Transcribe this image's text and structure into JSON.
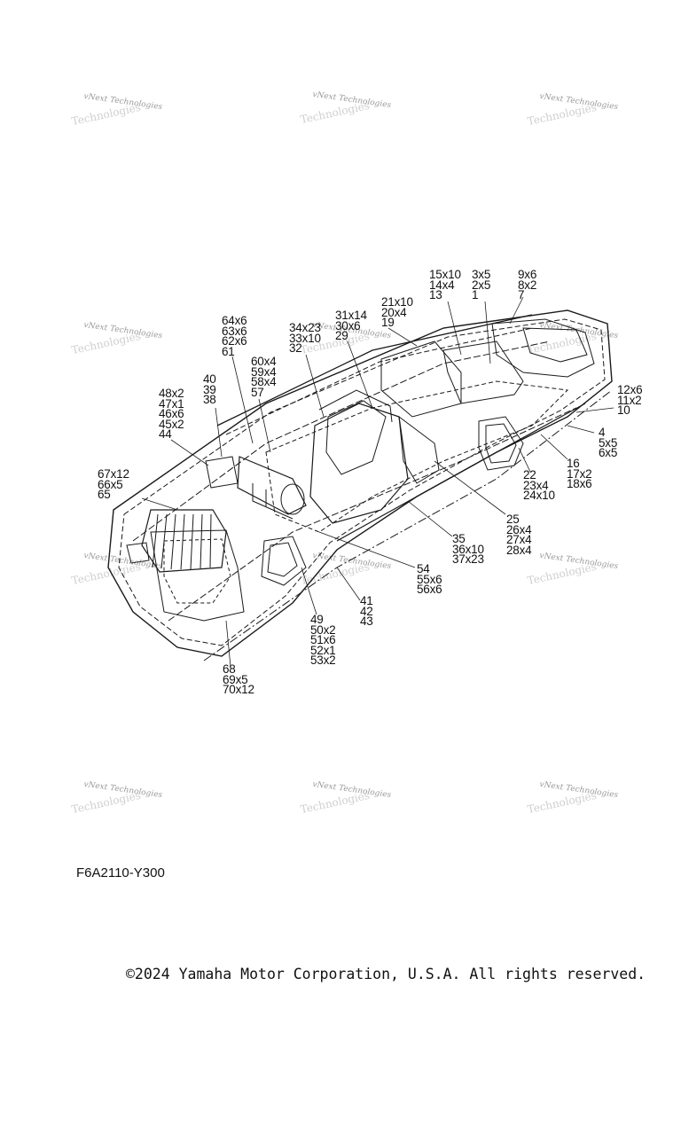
{
  "watermark": {
    "line1": "vNext Technologies",
    "line2": "Technologies"
  },
  "callouts": {
    "c1": [
      "15x10",
      "14x4",
      "13"
    ],
    "c2": [
      "3x5",
      "2x5",
      "1"
    ],
    "c3": [
      "9x6",
      "8x2",
      "7"
    ],
    "c4": [
      "21x10",
      "20x4",
      "19"
    ],
    "c5": [
      "31x14",
      "30x6",
      "29"
    ],
    "c6": [
      "34x23",
      "33x10",
      "32"
    ],
    "c7": [
      "64x6",
      "63x6",
      "62x6",
      "61"
    ],
    "c8": [
      "60x4",
      "59x4",
      "58x4",
      "57"
    ],
    "c9": [
      "40",
      "39",
      "38"
    ],
    "c10": [
      "48x2",
      "47x1",
      "46x6",
      "45x2",
      "44"
    ],
    "c11": [
      "12x6",
      "11x2",
      "10"
    ],
    "c12": [
      "4",
      "5x5",
      "6x5"
    ],
    "c13": [
      "16",
      "17x2",
      "18x6"
    ],
    "c14": [
      "22",
      "23x4",
      "24x10"
    ],
    "c15": [
      "67x12",
      "66x5",
      "65"
    ],
    "c16": [
      "25",
      "26x4",
      "27x4",
      "28x4"
    ],
    "c17": [
      "35",
      "36x10",
      "37x23"
    ],
    "c18": [
      "54",
      "55x6",
      "56x6"
    ],
    "c19": [
      "41",
      "42",
      "43"
    ],
    "c20": [
      "49",
      "50x2",
      "51x6",
      "52x1",
      "53x2"
    ],
    "c21": [
      "68",
      "69x5",
      "70x12"
    ]
  },
  "diagram_code": "F6A2110-Y300",
  "copyright": "©2024 Yamaha Motor Corporation, U.S.A. All rights reserved."
}
